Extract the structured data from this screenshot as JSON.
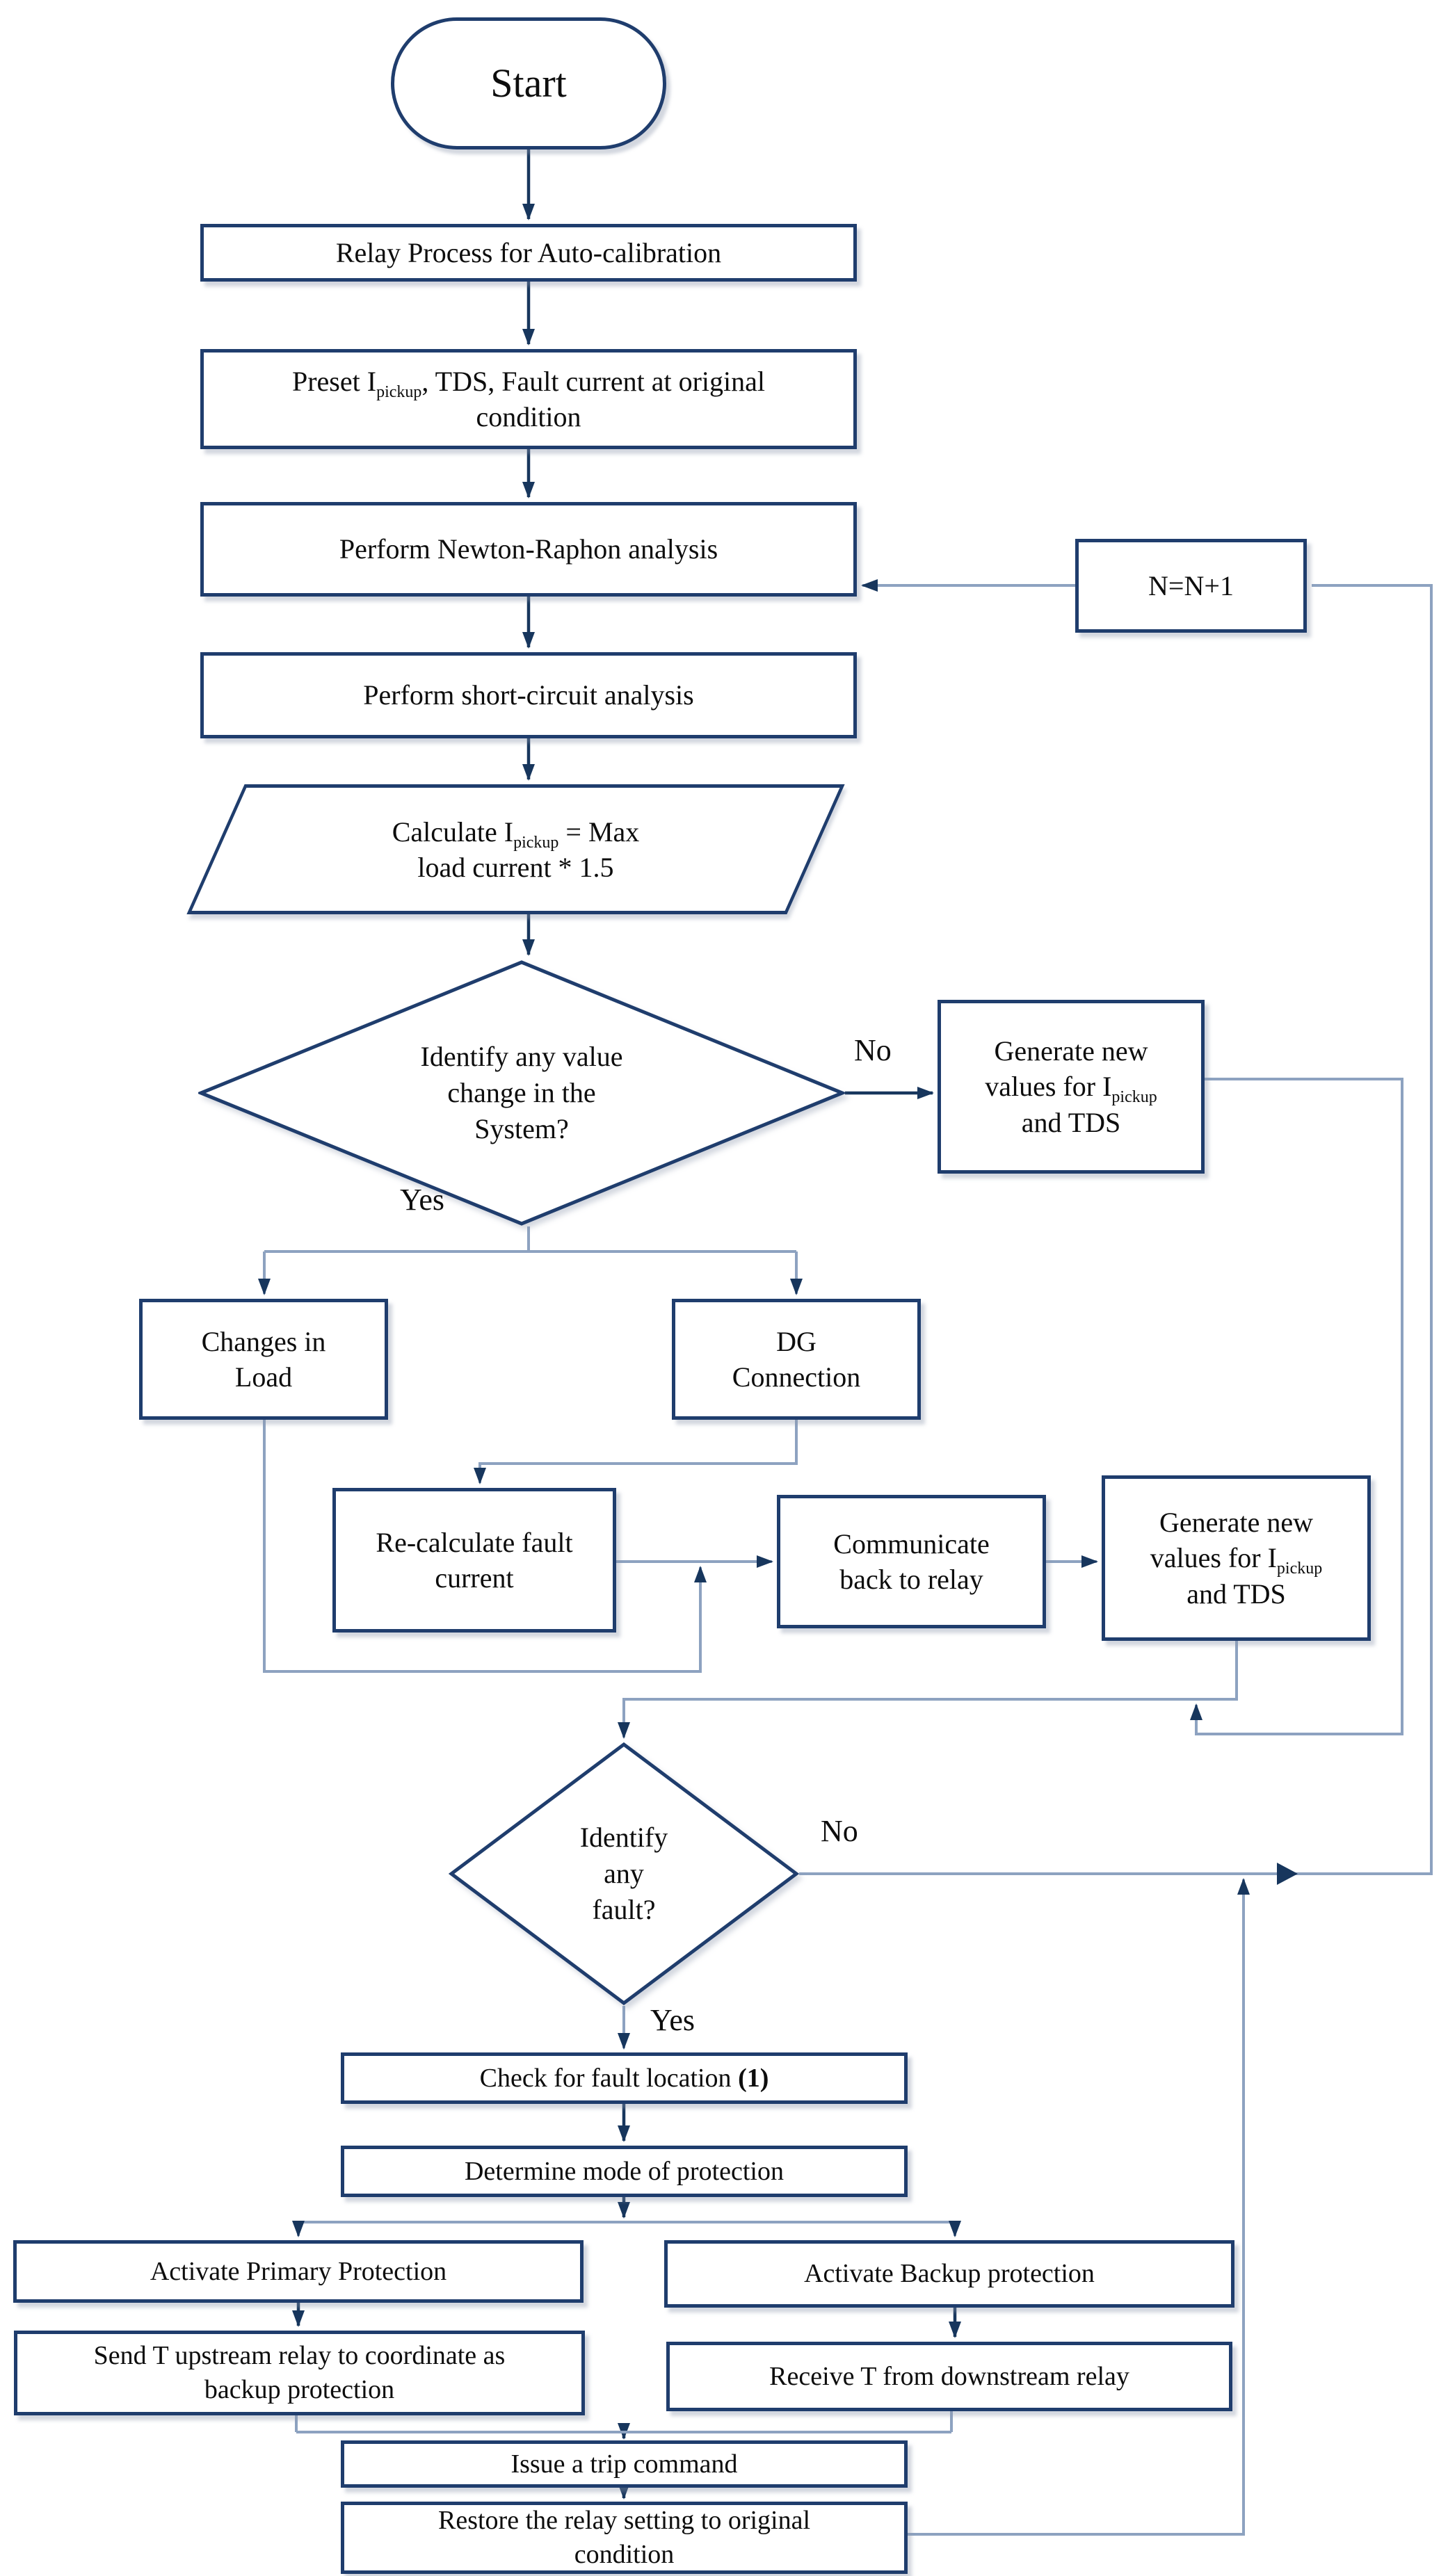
{
  "title": "Relay Process for Auto-calibration flowchart",
  "colors": {
    "shape_border": "#1f3d6d",
    "dark_connector": "#17365d",
    "light_connector": "#8da2c0",
    "arrowhead": "#17365d",
    "text": "#0d0d0d",
    "background": "#ffffff"
  },
  "nodes": {
    "start": {
      "label": "Start"
    },
    "relay": {
      "label": "Relay Process for Auto-calibration"
    },
    "preset": {
      "pre": "Preset I",
      "sub": "pickup",
      "post": ", TDS, Fault current at original",
      "line2": "condition"
    },
    "newton": {
      "label": "Perform Newton-Raphon analysis"
    },
    "nplus": {
      "label": "N=N+1"
    },
    "shortcircuit": {
      "label": "Perform short-circuit analysis"
    },
    "calc": {
      "pre": "Calculate I",
      "sub": "pickup",
      "post": " = Max",
      "line2": "load current * 1.5"
    },
    "decision_value_change": {
      "line1": "Identify any value",
      "line2": "change in the",
      "line3": "System?"
    },
    "generate1": {
      "line1": "Generate new",
      "pre": "values for I",
      "sub": "pickup",
      "line3": "and TDS"
    },
    "changes_load": {
      "line1": "Changes in",
      "line2": "Load"
    },
    "dg_connection": {
      "line1": "DG",
      "line2": "Connection"
    },
    "recalc": {
      "line1": "Re-calculate fault",
      "line2": "current"
    },
    "communicate": {
      "line1": "Communicate",
      "line2": "back to relay"
    },
    "generate2": {
      "line1": "Generate new",
      "pre": "values for I",
      "sub": "pickup",
      "line3": "and TDS"
    },
    "decision_fault": {
      "line1": "Identify",
      "line2": "any",
      "line3": "fault?"
    },
    "check_fault": {
      "pre": "Check for fault location ",
      "bold": "(1)"
    },
    "mode": {
      "label": "Determine mode of protection"
    },
    "primary": {
      "label": "Activate Primary Protection"
    },
    "send_t": {
      "line1": "Send T upstream relay to coordinate as",
      "line2": "backup protection"
    },
    "backup": {
      "label": "Activate Backup protection"
    },
    "receive_t": {
      "label": "Receive T from downstream relay"
    },
    "trip": {
      "label": "Issue a trip command"
    },
    "restore": {
      "line1": "Restore the relay setting to original",
      "line2": "condition"
    }
  },
  "edge_labels": {
    "d1_no": "No",
    "d1_yes": "Yes",
    "d2_no": "No",
    "d2_yes": "Yes"
  }
}
